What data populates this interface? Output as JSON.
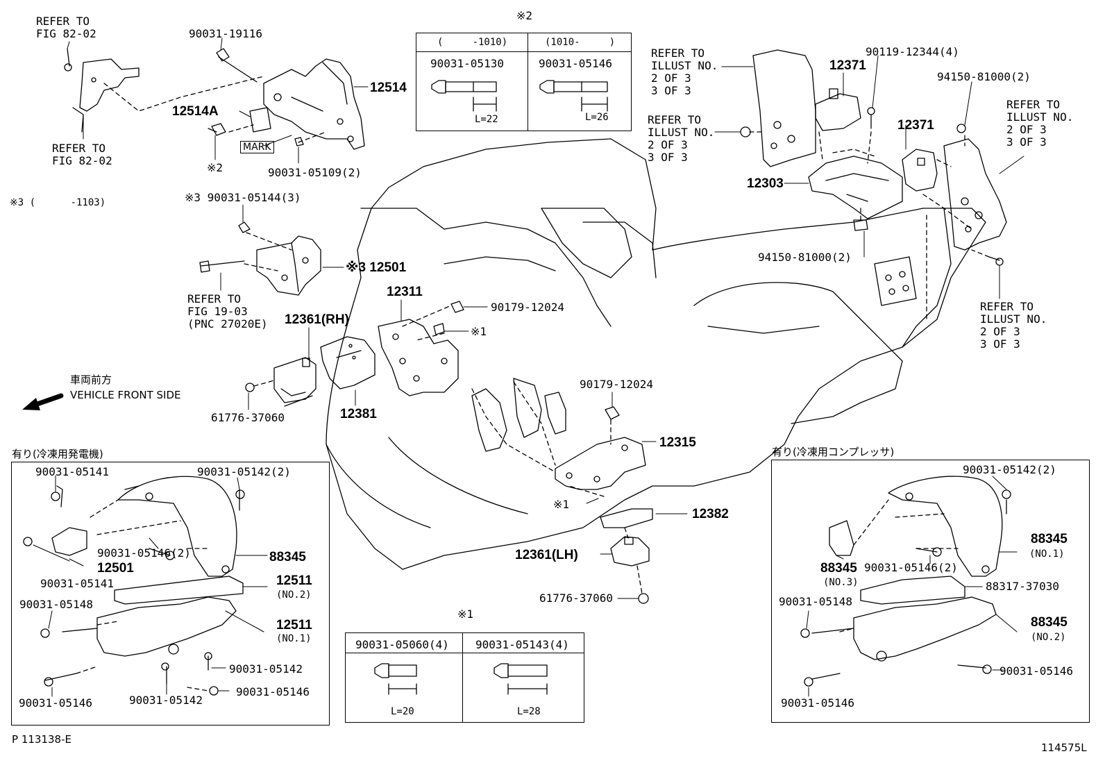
{
  "diagram": {
    "refs_fig82_top": "REFER TO\nFIG 82-02",
    "refs_fig82_bottom": "REFER TO\nFIG 82-02",
    "p_90031_19116": "90031-19116",
    "p_12514": "12514",
    "p_12514A": "12514A",
    "mark_label": "MARK",
    "note2_a": "※2",
    "p_90031_05109": "90031-05109(2)",
    "note3_range": "※3 (      -1103)",
    "p_90031_05144": "※3 90031-05144(3)",
    "p_12501_main": "※3 12501",
    "refs_fig19": "REFER TO\nFIG 19-03\n(PNC 27020E)",
    "p_12311": "12311",
    "p_90179_12024_a": "90179-12024",
    "note1_a": "※1",
    "p_12361_rh": "12361(RH)",
    "p_12381": "12381",
    "p_61776_a": "61776-37060",
    "vehicle_front_jp": "車両前方",
    "vehicle_front_en": "VEHICLE FRONT SIDE",
    "p_90179_12024_b": "90179-12024",
    "p_12315": "12315",
    "note1_b": "※1",
    "p_12382": "12382",
    "p_12361_lh": "12361(LH)",
    "p_61776_b": "61776-37060",
    "box2": {
      "title": "※2",
      "col1_header": "(     -1010)",
      "col2_header": "(1010-     )",
      "col1_part": "90031-05130",
      "col2_part": "90031-05146",
      "col1_len": "L=22",
      "col2_len": "L=26"
    },
    "box1": {
      "title": "※1",
      "col1_part": "90031-05060(4)",
      "col2_part": "90031-05143(4)",
      "col1_len": "L=20",
      "col2_len": "L=28"
    },
    "refs_illust_top": "REFER TO\nILLUST NO.\n2 OF 3\n3 OF 3",
    "refs_illust_mid": "REFER TO\nILLUST NO.\n2 OF 3\n3 OF 3",
    "refs_illust_right": "REFER TO\nILLUST NO.\n2 OF 3\n3 OF 3",
    "refs_illust_bottom": "REFER TO\nILLUST NO.\n2 OF 3\n3 OF 3",
    "p_12371_a": "12371",
    "p_12371_b": "12371",
    "p_90119_12344": "90119-12344(4)",
    "p_94150_a": "94150-81000(2)",
    "p_94150_b": "94150-81000(2)",
    "p_12303": "12303",
    "left_box": {
      "title": "有り(冷凍用発電機)",
      "p1": "90031-05141",
      "p2": "90031-05142(2)",
      "p3": "90031-05146(2)",
      "p4": "12501",
      "p5": "90031-05141",
      "p6": "88345",
      "p7": "12511",
      "p7s": "(NO.2)",
      "p8": "90031-05148",
      "p9": "12511",
      "p9s": "(NO.1)",
      "p10": "90031-05142",
      "p11": "90031-05146",
      "p12": "90031-05146",
      "p13": "90031-05142"
    },
    "right_box": {
      "title": "有り(冷凍用コンプレッサ)",
      "p1": "90031-05142(2)",
      "p2": "88345",
      "p2s": "(NO.1)",
      "p3": "88345",
      "p3s": "(NO.3)",
      "p4": "90031-05146(2)",
      "p5": "88317-37030",
      "p6": "90031-05148",
      "p7": "88345",
      "p7s": "(NO.2)",
      "p8": "90031-05146",
      "p9": "90031-05146"
    },
    "footer_left": "P 113138-E",
    "footer_right": "114575L"
  }
}
